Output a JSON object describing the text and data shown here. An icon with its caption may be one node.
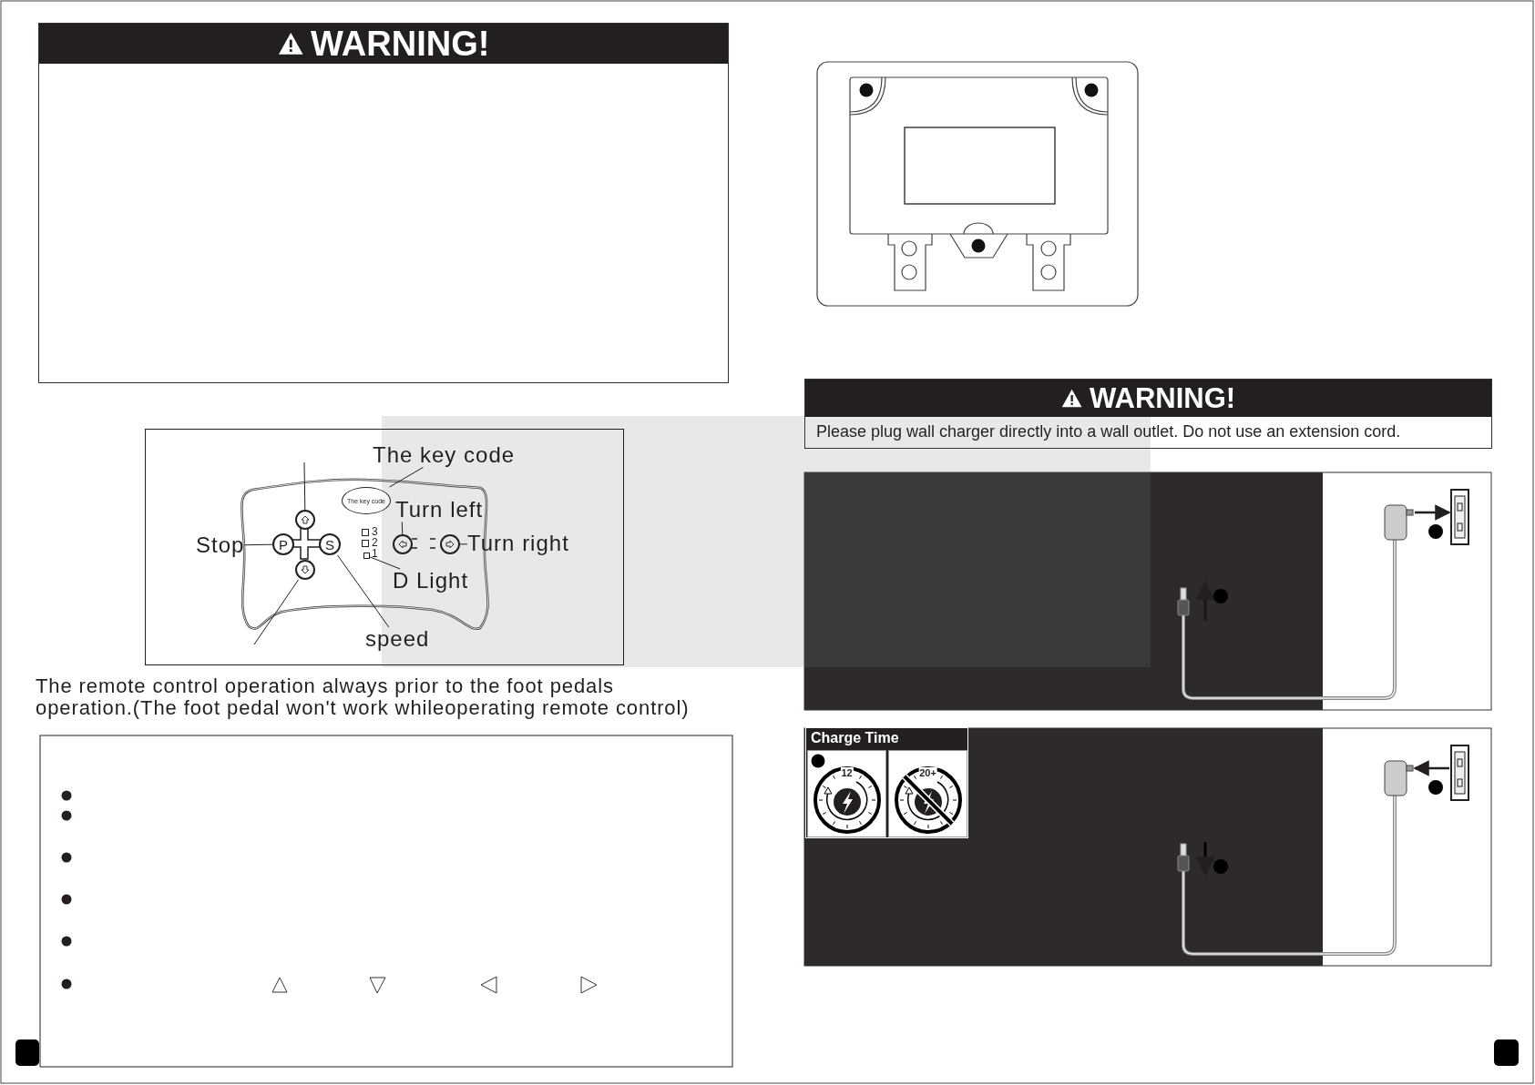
{
  "diagram": {
    "nodes": [
      {
        "text": [
          "WARNING!"
        ]
      },
      {
        "text": [],
        "shape": "box"
      },
      {
        "text": [
          "The key code"
        ],
        "in": 1
      },
      {
        "text": [
          "The key code"
        ],
        "in": 1
      },
      {
        "text": [
          "Turn left"
        ],
        "in": 1
      },
      {
        "text": [],
        "shape": "circle",
        "in": 1
      },
      {
        "text": [],
        "shape": "circle",
        "in": 1
      },
      {
        "text": [
          "Turn right"
        ],
        "in": 1
      },
      {
        "text": [
          "Stop"
        ],
        "in": 1
      },
      {
        "text": [
          "P"
        ],
        "in": 1
      },
      {
        "text": [],
        "shape": "circle",
        "in": 1
      },
      {
        "text": [],
        "shape": "circle",
        "in": 1
      },
      {
        "text": [
          "S"
        ],
        "in": 1
      },
      {
        "text": [
          "speed"
        ],
        "in": 1
      },
      {
        "text": [],
        "shape": "box",
        "in": 1
      },
      {
        "text": [
          "D Light"
        ],
        "in": 1
      },
      {
        "text": [
          "WARNING!",
          "Please plug wall charger directly into a wall outlet. Do not use an extension cord."
        ]
      },
      {
        "text": [
          "Charge Time"
        ]
      },
      {
        "text": [
          "12"
        ],
        "in": 17
      },
      {
        "text": [
          "20+"
        ],
        "in": 17
      }
    ],
    "edges": [
      {
        "from": 2,
        "to": 3,
        "arrow": "none"
      },
      {
        "from": 4,
        "to": 5,
        "arrow": "none"
      },
      {
        "from": 7,
        "to": 6,
        "arrow": "none"
      },
      {
        "from": 8,
        "to": 9,
        "arrow": "none"
      },
      {
        "from": 13,
        "to": 12,
        "arrow": "none"
      },
      {
        "from": 15,
        "to": 14,
        "arrow": "none"
      },
      {
        "from": 10,
        "to": null,
        "arrow": "none"
      },
      {
        "from": 11,
        "to": null,
        "arrow": "none"
      }
    ],
    "labels": [
      "3",
      "2",
      "1",
      "The remote control operation always prior to the foot pedals operation.(The foot pedal won't work whileoperating remote control)"
    ]
  }
}
